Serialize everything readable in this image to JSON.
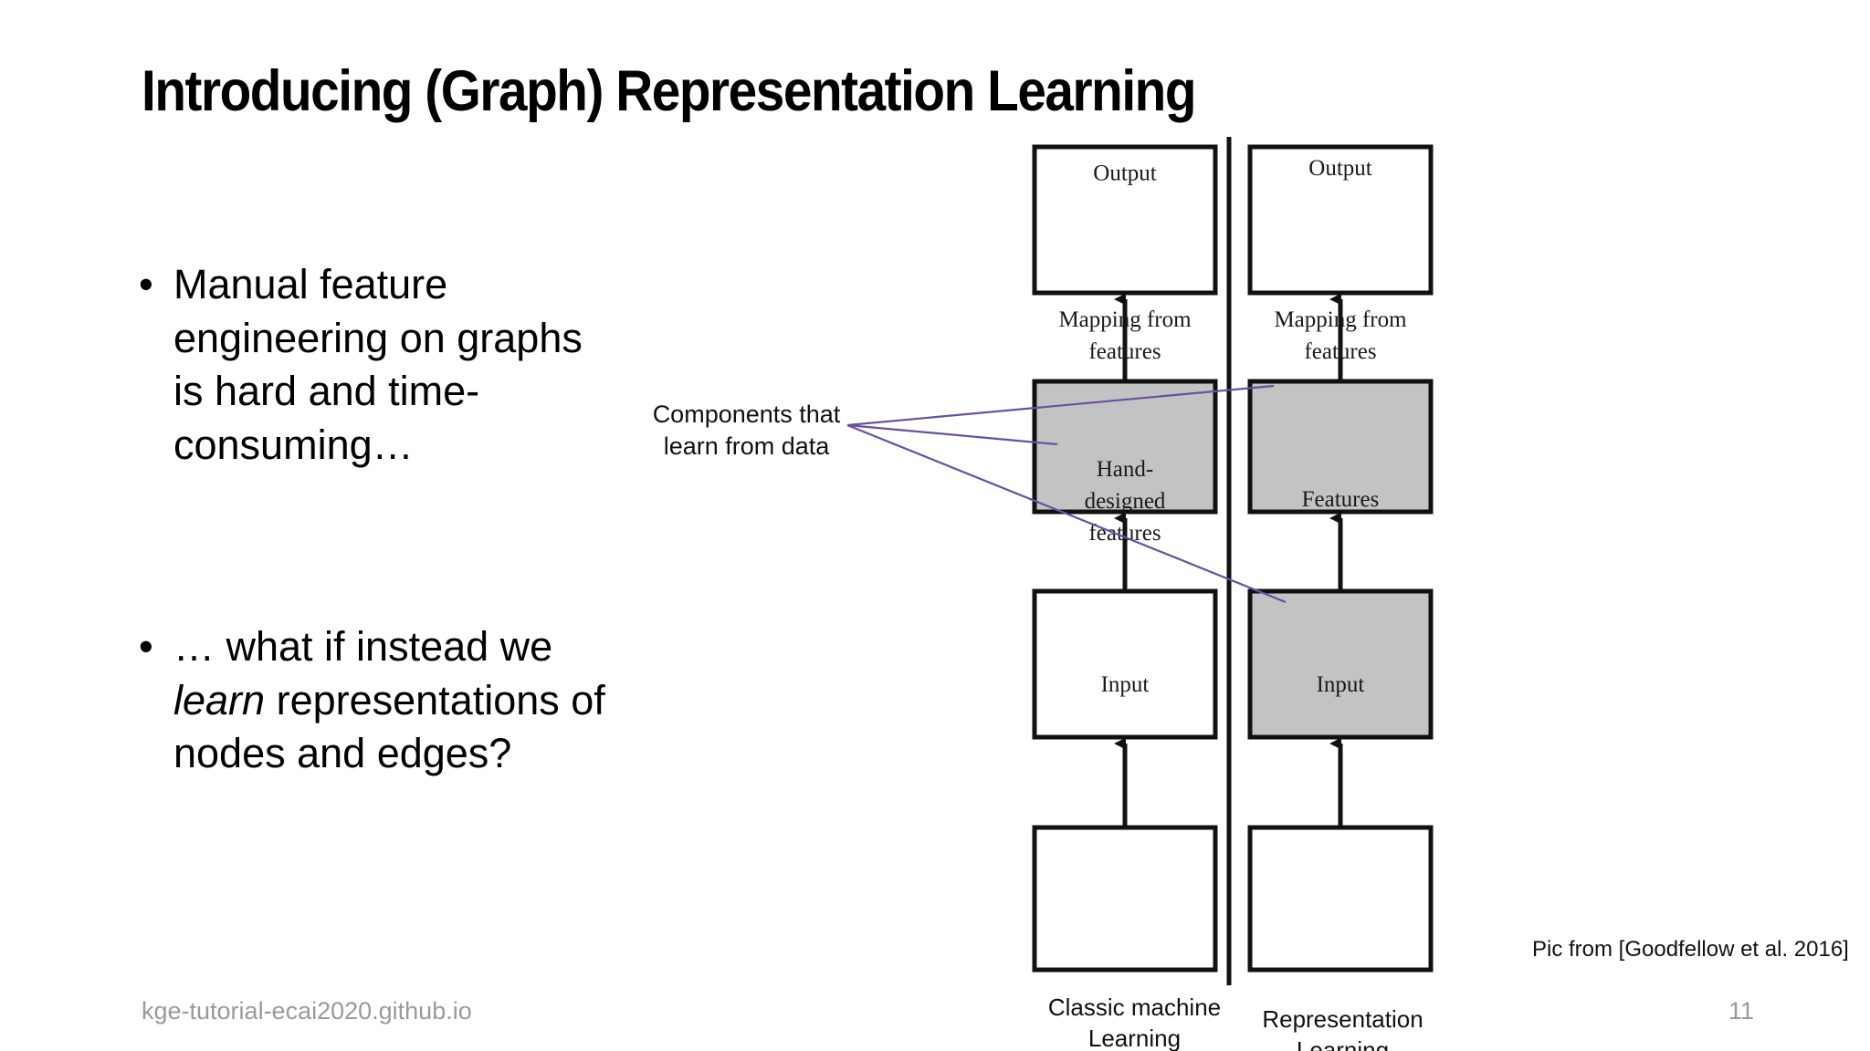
{
  "slide": {
    "title": "Introducing (Graph) Representation Learning",
    "page_number": "11",
    "footer_url": "kge-tutorial-ecai2020.github.io",
    "pic_credit": "Pic from [Goodfellow et al. 2016]"
  },
  "bullets": [
    {
      "marker": "•",
      "text_before": "Manual feature engineering on graphs is hard and time-consuming…",
      "italic": "",
      "text_after": ""
    },
    {
      "marker": "•",
      "text_before": "… what if instead we ",
      "italic": "learn",
      "text_after": " representations of nodes and edges?"
    }
  ],
  "callout": {
    "line1": "Components that",
    "line2": "learn from data",
    "color": "#6b4f9e"
  },
  "figure": {
    "divider": true,
    "colors": {
      "shaded_fill": "#c3c3c3",
      "plain_fill": "#ffffff",
      "stroke": "#111111",
      "annotation": "#6b4f9e"
    },
    "columns": [
      {
        "caption": "Classic machine Learning",
        "boxes": [
          {
            "label": "Output",
            "shaded": false
          },
          {
            "label_line1": "Mapping from",
            "label_line2": "features",
            "shaded": true
          },
          {
            "label_line1": "Hand-",
            "label_line2": "designed",
            "label_line3": "features",
            "shaded": false
          },
          {
            "label": "Input",
            "shaded": false
          }
        ]
      },
      {
        "caption": "Representation Learning",
        "boxes": [
          {
            "label": "Output",
            "shaded": false
          },
          {
            "label_line1": "Mapping from",
            "label_line2": "features",
            "shaded": true
          },
          {
            "label": "Features",
            "shaded": true
          },
          {
            "label": "Input",
            "shaded": false
          }
        ]
      }
    ]
  }
}
